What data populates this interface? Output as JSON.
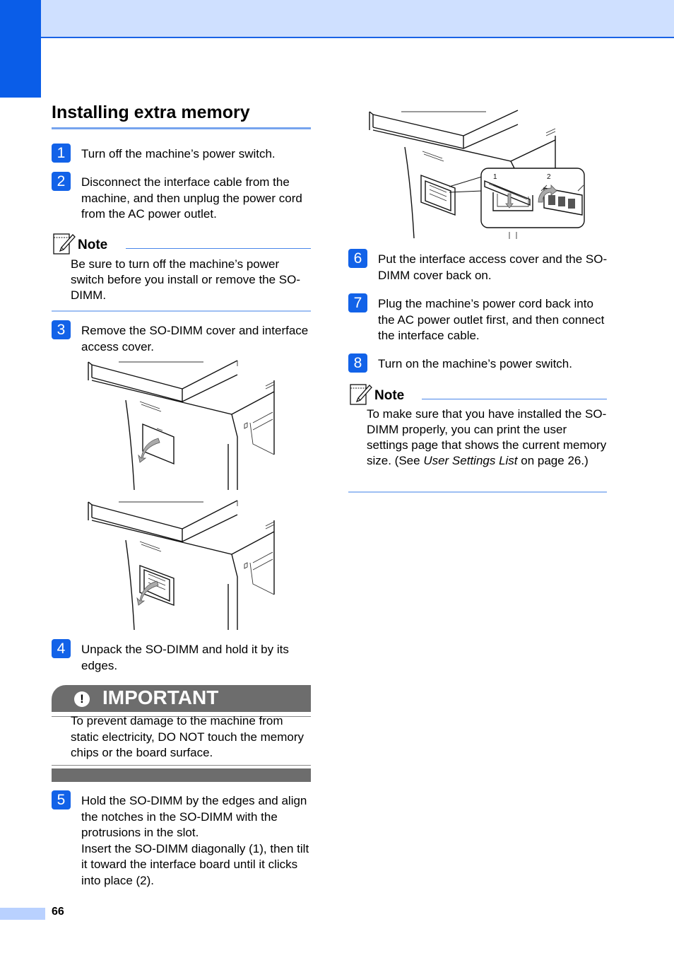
{
  "page": {
    "number": "66"
  },
  "section": {
    "title": "Installing extra memory"
  },
  "steps": [
    {
      "num": "1",
      "text": "Turn off the machine’s power switch."
    },
    {
      "num": "2",
      "text": "Disconnect the interface cable from the machine, and then unplug the power cord from the AC power outlet."
    },
    {
      "num": "3",
      "text": "Remove the SO-DIMM cover and interface access cover."
    },
    {
      "num": "4",
      "text": "Unpack the SO-DIMM and hold it by its edges."
    },
    {
      "num": "5",
      "text": "Hold the SO-DIMM by the edges and align the notches in the SO-DIMM with the protrusions in the slot.",
      "text2": "Insert the SO-DIMM diagonally (1), then tilt it toward the interface board until it clicks into place (2)."
    },
    {
      "num": "6",
      "text": "Put the interface access cover and the SO-DIMM cover back on."
    },
    {
      "num": "7",
      "text": "Plug the machine’s power cord back into the AC power outlet first, and then connect the interface cable."
    },
    {
      "num": "8",
      "text": "Turn on the machine’s power switch."
    }
  ],
  "note1": {
    "label": "Note",
    "text": "Be sure to turn off the machine’s power switch before you install or remove the SO-DIMM."
  },
  "important": {
    "label": "IMPORTANT",
    "text": "To prevent damage to the machine from static electricity, DO NOT touch the memory chips or the board surface."
  },
  "note2": {
    "label": "Note",
    "text_before": "To make sure that you have installed the SO-DIMM properly, you can print the user settings page that shows the current memory size. (See ",
    "link": "User Settings List",
    "text_after": " on page 26.)"
  },
  "figure_labels": {
    "insert": "1",
    "tilt": "2"
  }
}
